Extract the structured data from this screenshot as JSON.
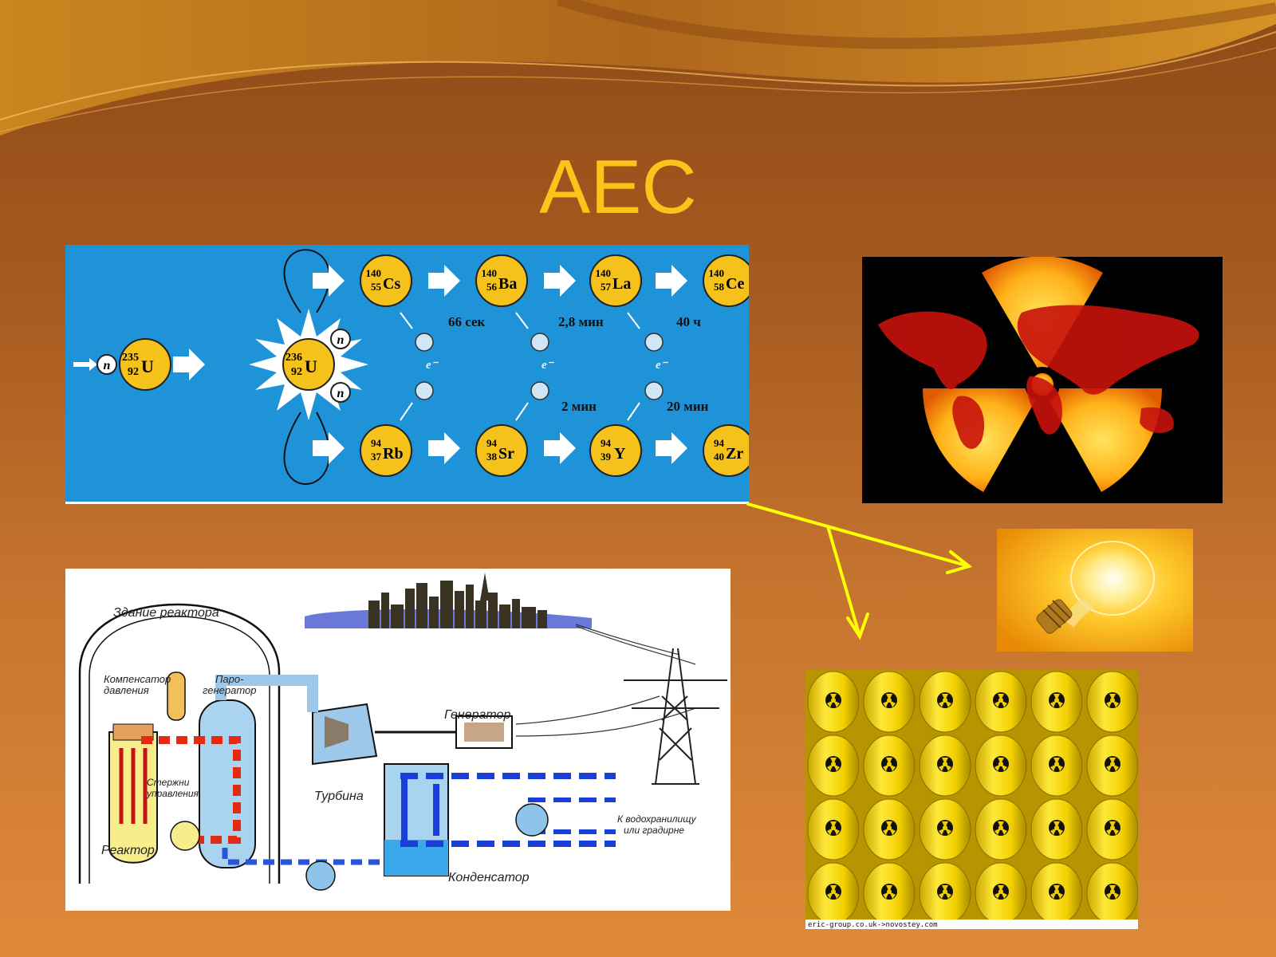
{
  "slide": {
    "title": "AEC",
    "colors": {
      "title": "#ffc21a",
      "arrow": "#ffff00",
      "blue": "#1f93d8",
      "barrel": "#f2d000"
    }
  },
  "fission": {
    "n": "n",
    "u235": {
      "mass": "235",
      "charge": "92",
      "sym": "U"
    },
    "u236": {
      "mass": "236",
      "charge": "92",
      "sym": "U"
    },
    "top": [
      {
        "mass": "140",
        "charge": "55",
        "sym": "Cs"
      },
      {
        "mass": "140",
        "charge": "56",
        "sym": "Ba"
      },
      {
        "mass": "140",
        "charge": "57",
        "sym": "La"
      },
      {
        "mass": "140",
        "charge": "58",
        "sym": "Ce"
      }
    ],
    "bottom": [
      {
        "mass": "94",
        "charge": "37",
        "sym": "Rb"
      },
      {
        "mass": "94",
        "charge": "38",
        "sym": "Sr"
      },
      {
        "mass": "94",
        "charge": "39",
        "sym": "Y"
      },
      {
        "mass": "94",
        "charge": "40",
        "sym": "Zr"
      }
    ],
    "times_top": [
      "66 сек",
      "2,8 мин",
      "40 ч"
    ],
    "times_bottom": [
      "2 мин",
      "20 мин"
    ],
    "electron": "e⁻"
  },
  "plant": {
    "building": "Здание реактора",
    "compensator_1": "Компенсатор",
    "compensator_2": "давления",
    "steam_gen_1": "Паро-",
    "steam_gen_2": "генератор",
    "generator": "Генератор",
    "rods_1": "Стержни",
    "rods_2": "управления",
    "turbine": "Турбина",
    "reactor": "Реактор",
    "reservoir_1": "К водохранилищу",
    "reservoir_2": "или градирне",
    "condenser": "Конденсатор"
  },
  "barrels": {
    "label": "RADIOACTIVE",
    "credit": "eric-group.co.uk->novostey.com"
  }
}
